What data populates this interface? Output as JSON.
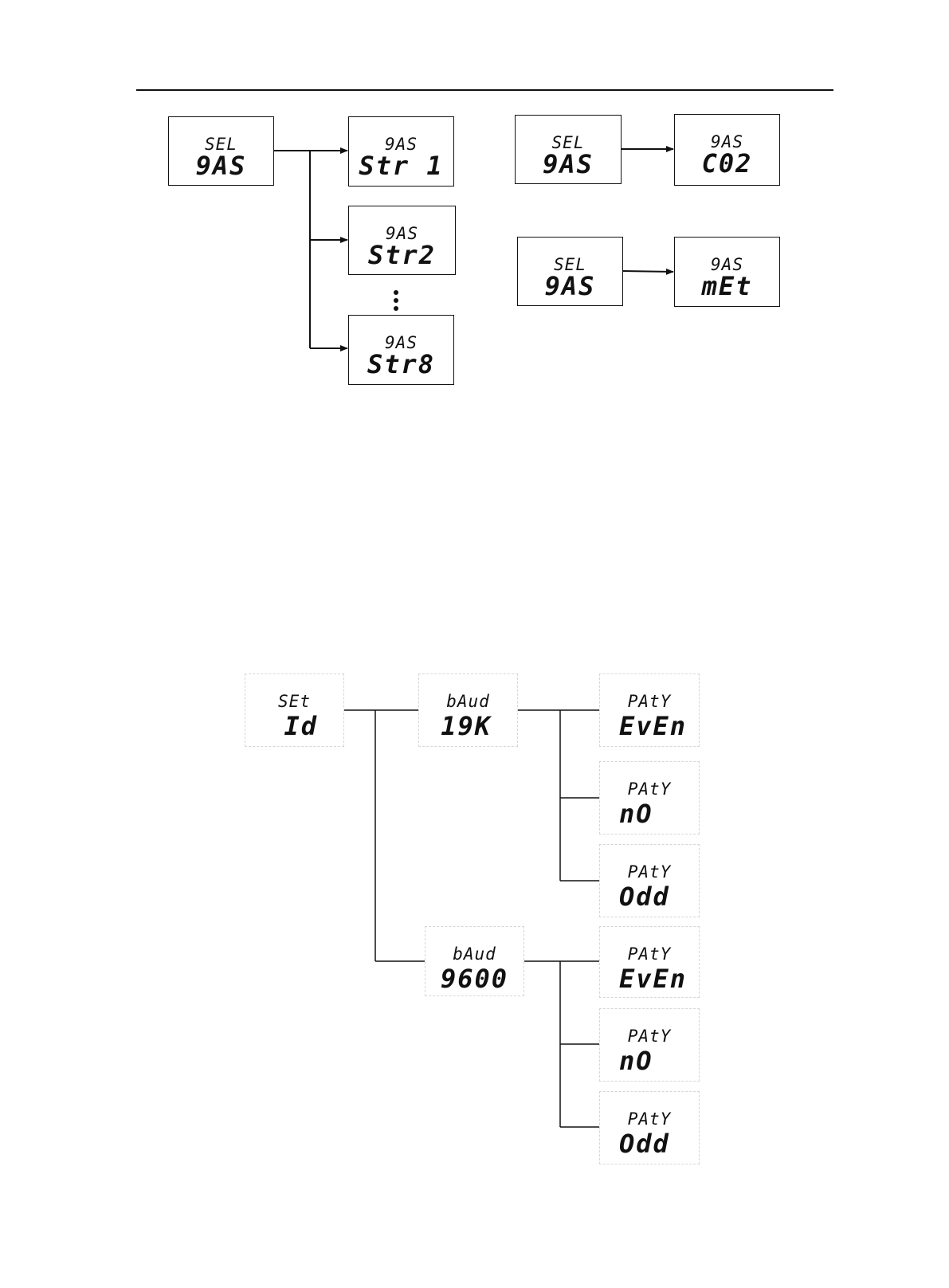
{
  "top_left_tree": {
    "root": {
      "line1": "SEL",
      "line2": "9AS"
    },
    "children": [
      {
        "line1": "9AS",
        "line2": "Str 1"
      },
      {
        "line1": "9AS",
        "line2": "Str2"
      },
      {
        "line1": "9AS",
        "line2": "Str8"
      }
    ]
  },
  "top_right_pairs": [
    {
      "from": {
        "line1": "SEL",
        "line2": "9AS"
      },
      "to": {
        "line1": "9AS",
        "line2": "C02"
      }
    },
    {
      "from": {
        "line1": "SEL",
        "line2": "9AS"
      },
      "to": {
        "line1": "9AS",
        "line2": "mEt"
      }
    }
  ],
  "bottom_tree": {
    "root": {
      "line1": "SEt",
      "line2": "Id"
    },
    "baud": [
      {
        "line1": "bAud",
        "line2": "19K",
        "parity": [
          {
            "line1": "PAtY",
            "line2": "EvEn"
          },
          {
            "line1": "PAtY",
            "line2": "nO"
          },
          {
            "line1": "PAtY",
            "line2": "Odd"
          }
        ]
      },
      {
        "line1": "bAud",
        "line2": "9600",
        "parity": [
          {
            "line1": "PAtY",
            "line2": "EvEn"
          },
          {
            "line1": "PAtY",
            "line2": "nO"
          },
          {
            "line1": "PAtY",
            "line2": "Odd"
          }
        ]
      }
    ]
  },
  "colors": {
    "ink": "#111111",
    "faded_border": "#d6d6d6",
    "background": "#ffffff"
  }
}
